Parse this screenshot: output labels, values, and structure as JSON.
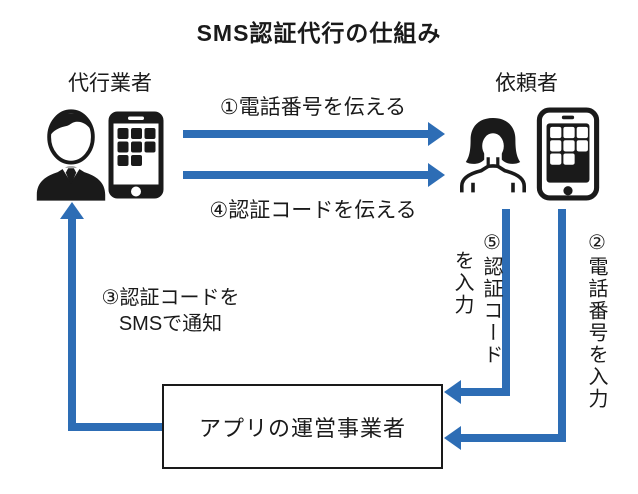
{
  "title": "SMS認証代行の仕組み",
  "actors": {
    "agent": {
      "label": "代行業者"
    },
    "client": {
      "label": "依頼者"
    },
    "operator": {
      "label": "アプリの運営事業者"
    }
  },
  "steps": {
    "step1": {
      "label": "①電話番号を伝える",
      "from": "代行業者",
      "to": "依頼者"
    },
    "step2": {
      "label": "②電話番号を入力",
      "from": "依頼者",
      "to": "アプリの運営事業者"
    },
    "step3": {
      "lines": [
        "③認証コードを",
        "SMSで通知"
      ],
      "from": "アプリの運営事業者",
      "to": "代行業者"
    },
    "step4": {
      "label": "④認証コードを伝える",
      "from": "代行業者",
      "to": "依頼者"
    },
    "step5": {
      "lines": [
        "⑤認証コード",
        "を入力"
      ],
      "from": "依頼者",
      "to": "アプリの運営事業者"
    }
  },
  "icons": [
    "businessman-icon",
    "smartphone-filled-icon",
    "woman-icon",
    "smartphone-outline-icon"
  ],
  "colors": {
    "arrow_blue": "#2d6db5",
    "icon_black": "#1a1a1a",
    "box_border": "#1a1a1a",
    "background": "#ffffff"
  }
}
